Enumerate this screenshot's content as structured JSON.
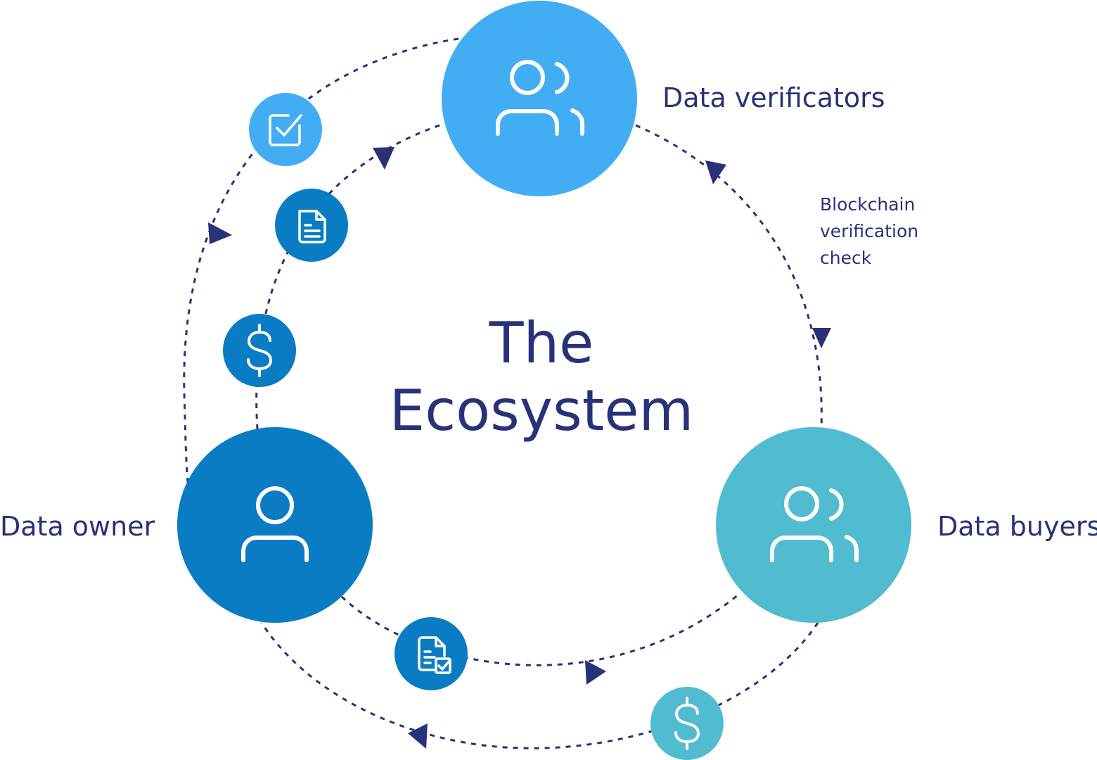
{
  "title_line1": "The",
  "title_line2": "Ecosystem",
  "nodes": {
    "verificators": {
      "label": "Data verificators",
      "color": "#42adf3"
    },
    "owner": {
      "label": "Data owner",
      "color": "#0a7cc4"
    },
    "buyers": {
      "label": "Data buyers",
      "color": "#51bbd0"
    }
  },
  "edge_label": {
    "line1": "Blockchain",
    "line2": "verification",
    "line3": "check"
  },
  "colors": {
    "line": "#283278",
    "text": "#283278",
    "small_light": "#42adf3",
    "small_dark": "#0a7cc4",
    "small_teal": "#51bbd0"
  },
  "small_icons": [
    {
      "name": "checkbox-icon",
      "color": "small_light"
    },
    {
      "name": "document-icon",
      "color": "small_dark"
    },
    {
      "name": "dollar-icon",
      "color": "small_dark"
    },
    {
      "name": "document-check-icon",
      "color": "small_dark"
    },
    {
      "name": "dollar-icon",
      "color": "small_teal"
    }
  ]
}
